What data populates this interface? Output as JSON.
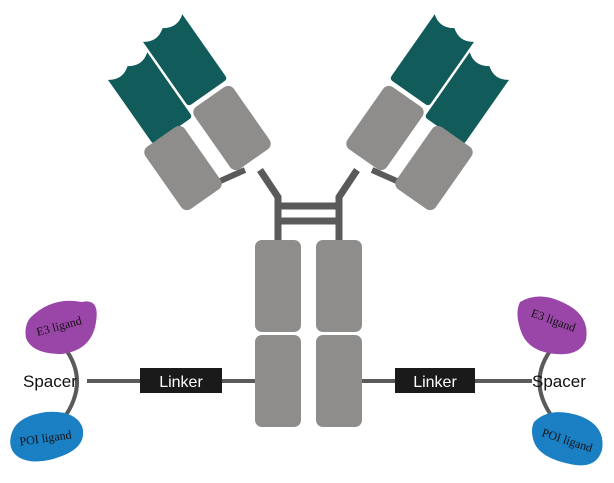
{
  "labels": {
    "linker": "Linker",
    "spacer": "Spacer",
    "e3_ligand": "E3 ligand",
    "poi_ligand": "POI ligand"
  },
  "colors": {
    "heavy_chain": "#8f8c8c",
    "variable_domain": "#115b5b",
    "hinge": "#5a5a5a",
    "linker_box": "#1a1a1a",
    "linker_text": "#ffffff",
    "connector": "#5a5a5a",
    "e3_ligand": "#9a46a8",
    "poi_ligand": "#1b7fc4",
    "text": "#111111"
  }
}
